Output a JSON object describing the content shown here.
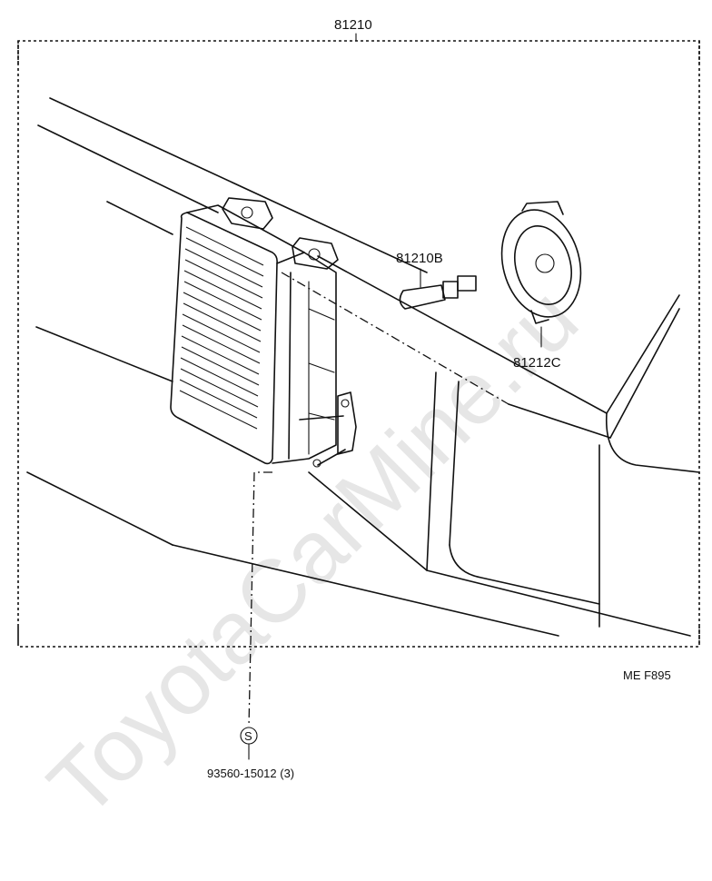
{
  "watermark": "ToyotaCarMine.ru",
  "parts": {
    "assembly": "81210",
    "bulb": "81210B",
    "socket_cover": "81212C",
    "screw": "93560-15012 (3)",
    "screw_symbol": "S"
  },
  "figure_code": "ME  F895"
}
